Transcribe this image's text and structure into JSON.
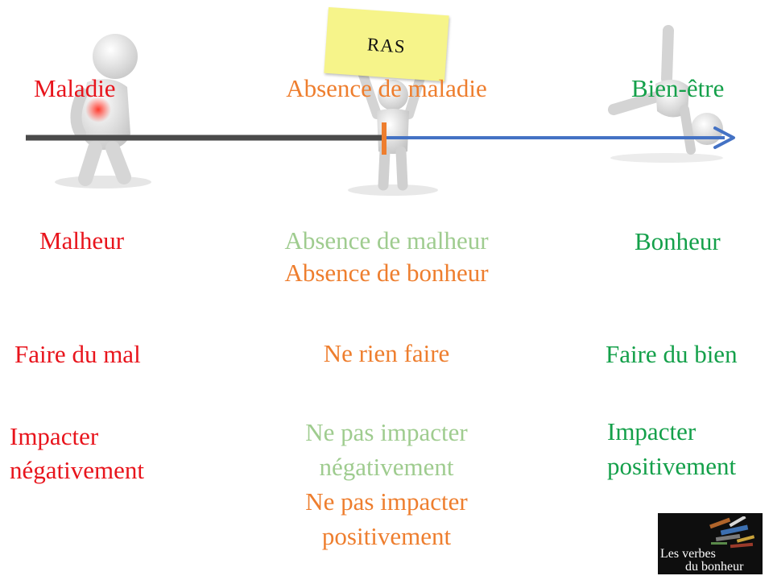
{
  "top_row": {
    "left": "Maladie",
    "center": "Absence de maladie",
    "right": "Bien-être",
    "sign": "RAS"
  },
  "row2": {
    "left": "Malheur",
    "center_line1": "Absence de malheur",
    "center_line2": "Absence de bonheur",
    "right": "Bonheur"
  },
  "row3": {
    "left": "Faire du mal",
    "center": "Ne rien faire",
    "right": "Faire du bien"
  },
  "row4": {
    "left_line1": "Impacter",
    "left_line2": "négativement",
    "center_line1": "Ne pas impacter",
    "center_line2": "négativement",
    "center_line3": "Ne pas impacter",
    "center_line4": "positivement",
    "right_line1": "Impacter",
    "right_line2": "positivement"
  },
  "logo": {
    "line1": "Les verbes",
    "line2": "du bonheur"
  },
  "colors": {
    "negative": "#e8141c",
    "positive": "#14a04a",
    "neutral_bonheur": "#ee7e2e",
    "neutral_malheur": "#9fcc8f",
    "axis_left": "#4a4a4a",
    "axis_right": "#4472c4",
    "zero_marker": "#ee7e2e"
  }
}
